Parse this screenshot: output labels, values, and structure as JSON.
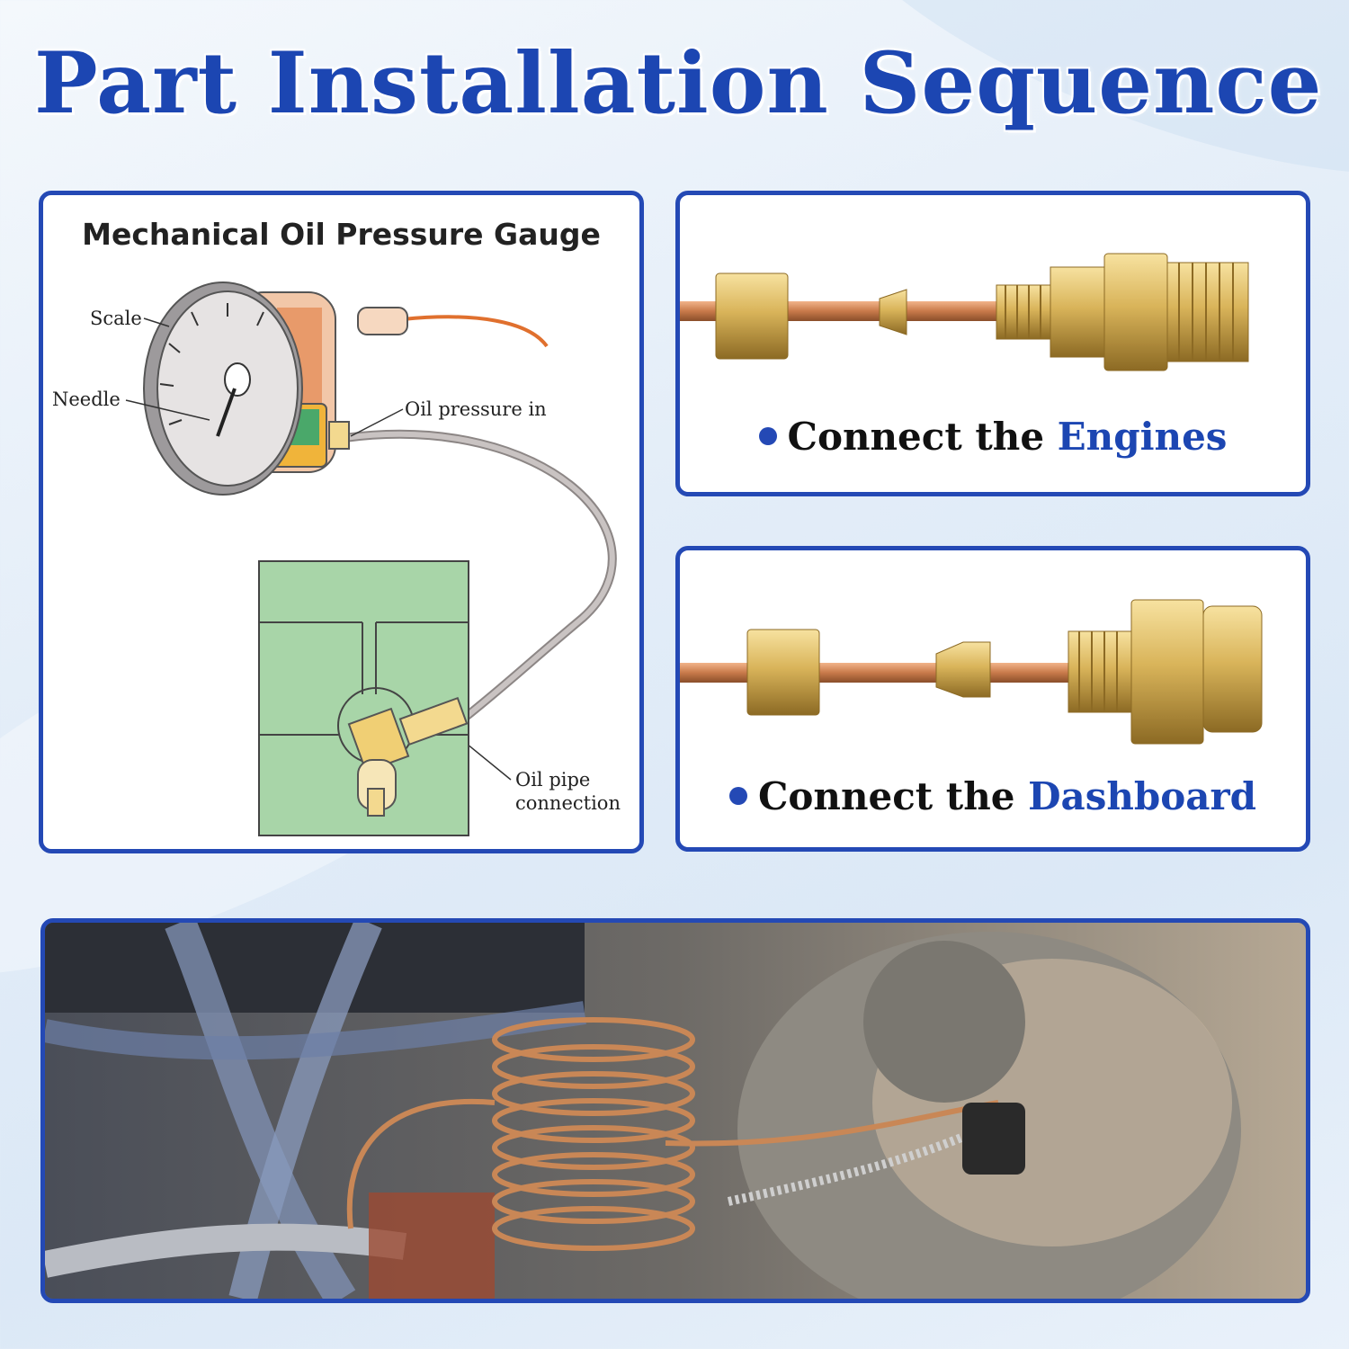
{
  "title": "Part Installation Sequence",
  "diagram": {
    "title": "Mechanical Oil Pressure Gauge",
    "labels": {
      "scale": "Scale",
      "needle": "Needle",
      "oil_in": "Oil pressure in",
      "oil_pipe_line1": "Oil pipe",
      "oil_pipe_line2": "connection"
    }
  },
  "engine_step": {
    "prefix": "Connect the ",
    "highlight": "Engines"
  },
  "dashboard_step": {
    "prefix": "Connect the ",
    "highlight": "Dashboard"
  },
  "colors": {
    "accent": "#1c46b2",
    "border": "#2449b5",
    "copper": "#c87a4a",
    "brass": "#d9b45a",
    "block_green": "#a8d5a8"
  },
  "photo": {
    "icon": "engine-bay-copper-coil-photo"
  }
}
